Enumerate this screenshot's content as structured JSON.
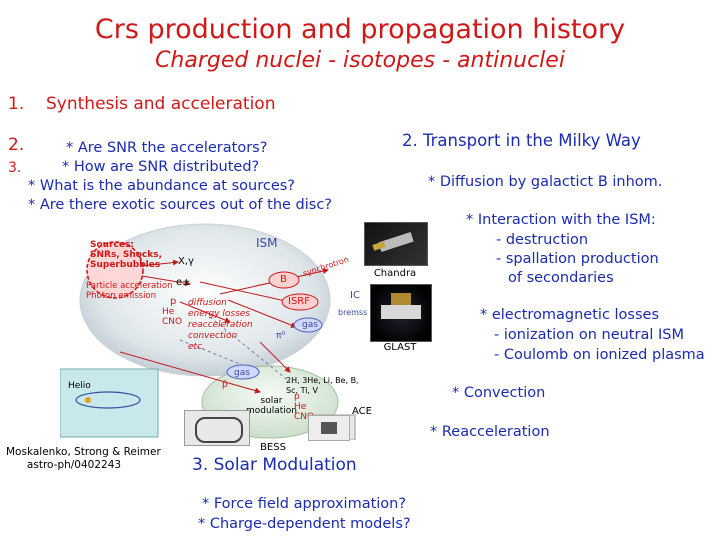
{
  "title": "Crs production and propagation history",
  "subtitle": "Charged nuclei - isotopes - antinuclei",
  "section1": {
    "num": "1.",
    "label": "Synthesis and acceleration"
  },
  "numbers": {
    "n2": "2.",
    "n3": "3."
  },
  "questions": [
    "* Are SNR the accelerators?",
    "* How are SNR distributed?",
    "* What is the abundance at sources?",
    "* Are there exotic sources out of the disc?"
  ],
  "transport": {
    "heading": "2. Transport in the Milky Way",
    "diffusion": "* Diffusion by galactict B inhom.",
    "interaction": [
      "* Interaction with the ISM:",
      "- destruction",
      "- spallation production",
      "of secondaries"
    ],
    "em": [
      "* electromagnetic losses",
      "- ionization on neutral ISM",
      "- Coulomb on ionized plasma"
    ],
    "convection": "* Convection",
    "reacceleration": "* Reacceleration"
  },
  "solar": {
    "heading": "3. Solar Modulation",
    "items": [
      "* Force field approximation?",
      "* Charge-dependent models?"
    ]
  },
  "credit": [
    "Moskalenko, Strong & Reimer",
    "astro-ph/0402243"
  ],
  "diagram": {
    "ism": "ISM",
    "sources_box": [
      "Sources:",
      "SNRs, Shocks,",
      "Superbubbles"
    ],
    "particle_accel": [
      "Particle acceleration",
      "Photon emission"
    ],
    "xgamma": "X,γ",
    "e_plus_minus": "e±",
    "B_label": "B",
    "synchrotron": "synchrotron",
    "isrf": "ISRF",
    "ic": "IC",
    "bremss": "bremss",
    "gas": "gas",
    "p_label": "p",
    "he_cno": [
      "He",
      "CNO"
    ],
    "propagation_list": [
      "diffusion",
      "energy losses",
      "reacceleration",
      "convection",
      "etc."
    ],
    "pi0": "π⁰",
    "gas_lower": "gas",
    "p_bar": "p̄",
    "spallation_products": [
      "2H, 3He, Li, Be, B,",
      "Sc, Ti, V"
    ],
    "solar_modulation": [
      "solar",
      "modulation"
    ],
    "lower_particles": [
      "p",
      "He",
      "CNO"
    ],
    "helio": "Helio",
    "spacecraft": {
      "chandra": "Chandra",
      "glast": "GLAST",
      "ace": "ACE",
      "bess": "BESS"
    }
  },
  "colors": {
    "accent": "#d01818",
    "text_blue": "#1a2bb0"
  }
}
